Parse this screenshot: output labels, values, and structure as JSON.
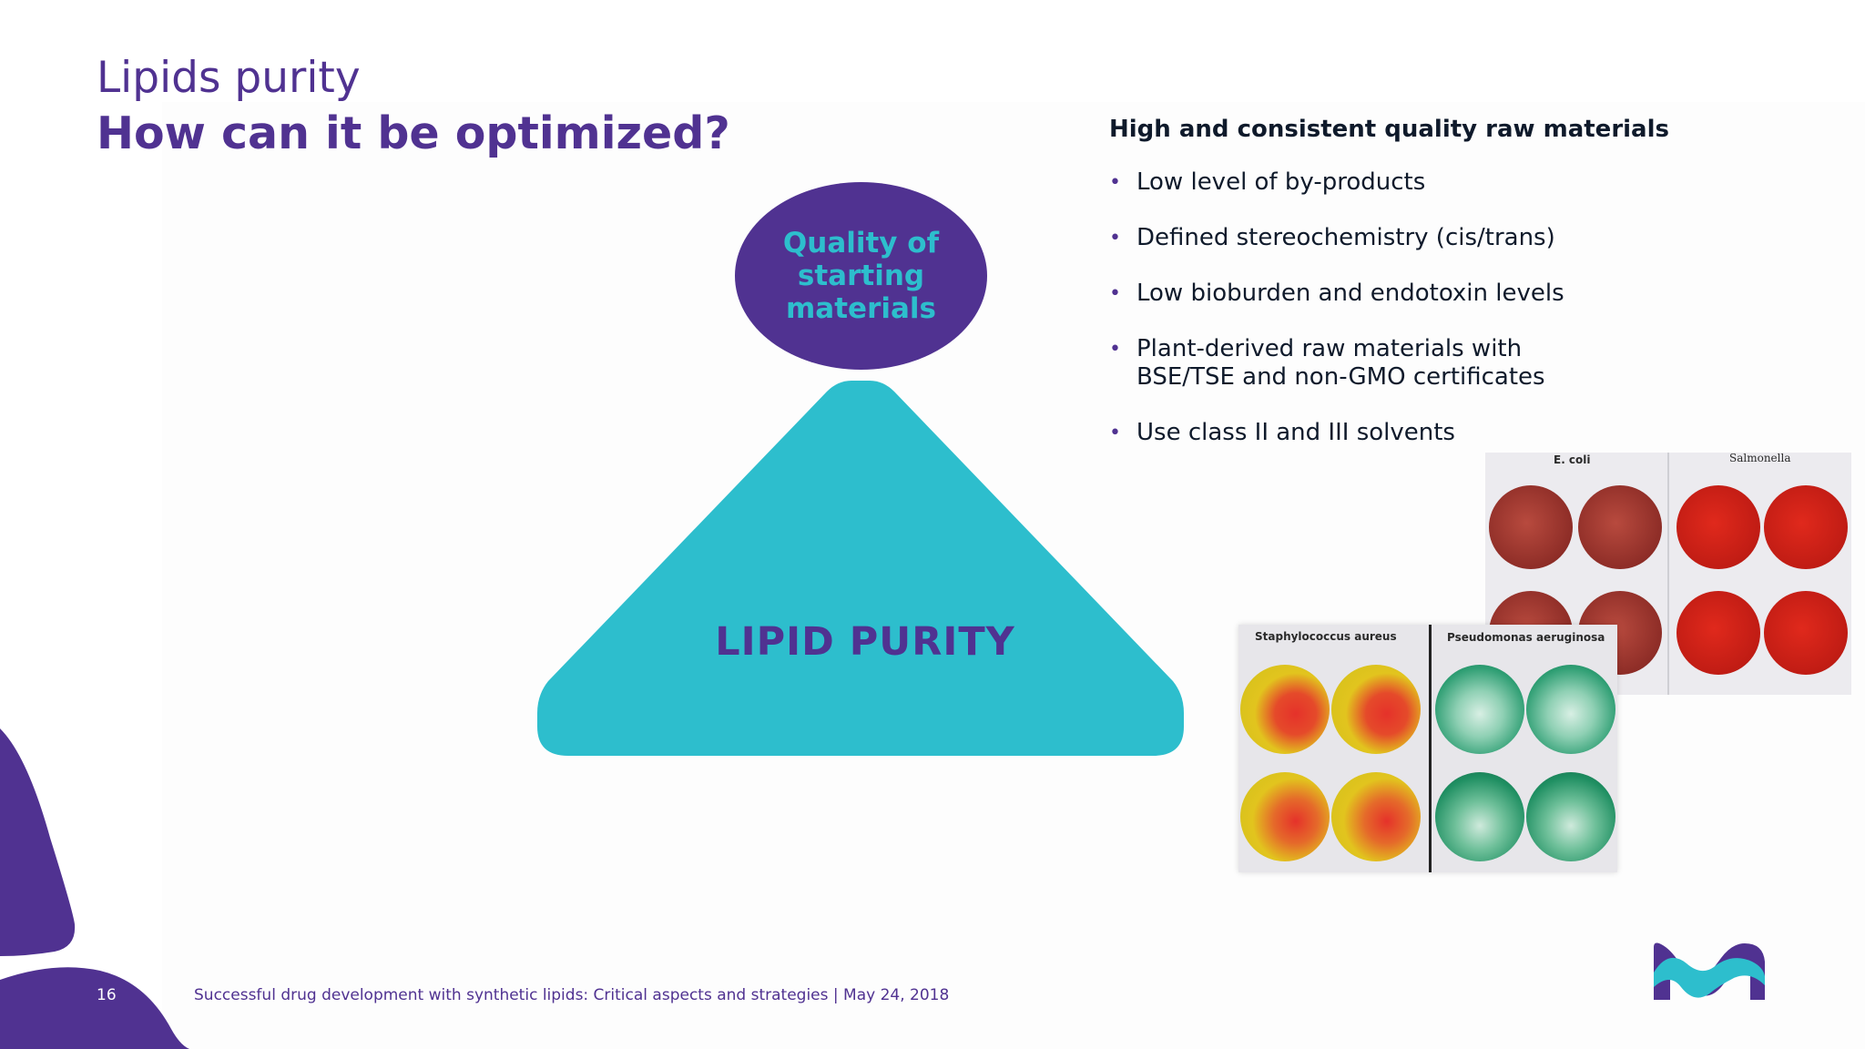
{
  "header": {
    "title_line1": "Lipids purity",
    "title_line2": "How can it be optimized?"
  },
  "diagram": {
    "oval_label": "Quality of starting materials",
    "triangle_label": "LIPID PURITY"
  },
  "raw_materials": {
    "heading": "High and consistent quality raw materials",
    "bullets": [
      "Low level of by-products",
      "Defined stereochemistry (cis/trans)",
      "Low bioburden and endotoxin levels",
      "Plant-derived raw materials with BSE/TSE and non-GMO certificates",
      "Use class II and III solvents"
    ]
  },
  "photos": {
    "back_labels": [
      "E. coli",
      "Salmonella"
    ],
    "front_labels": [
      "Staphylococcus aureus",
      "Pseudomonas aeruginosa"
    ]
  },
  "footer": {
    "page_number": "16",
    "text": "Successful drug development with synthetic lipids: Critical aspects and strategies | May 24, 2018"
  },
  "colors": {
    "purple": "#503291",
    "teal": "#2dbecd"
  }
}
